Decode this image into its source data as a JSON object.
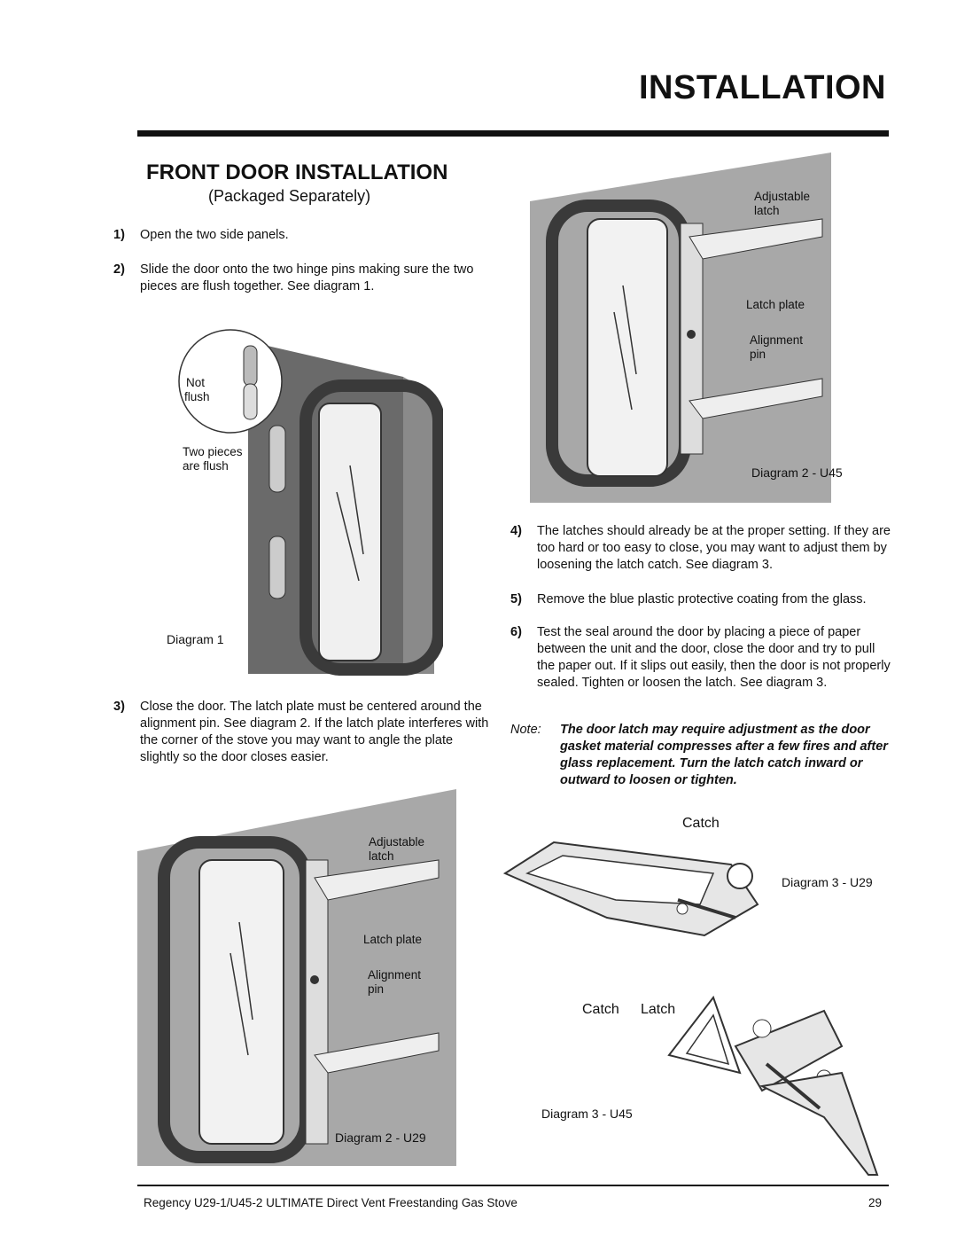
{
  "header": {
    "title": "INSTALLATION"
  },
  "section": {
    "title": "FRONT DOOR INSTALLATION",
    "subtitle": "(Packaged Separately)"
  },
  "steps": [
    {
      "num": "1)",
      "text": "Open the two side panels."
    },
    {
      "num": "2)",
      "text": "Slide the door onto the two hinge pins making sure the two pieces are flush together.  See diagram 1."
    },
    {
      "num": "3)",
      "text": "Close the door. The latch plate must be centered around the alignment pin.  See diagram 2.  If the latch plate interferes with the corner of the stove you may want to angle the plate slightly so the door closes easier."
    },
    {
      "num": "4)",
      "text": "The latches should already be at the proper setting.  If they are too hard or too easy to close, you may want to adjust them by loosening the latch catch.  See diagram 3."
    },
    {
      "num": "5)",
      "text": "Remove the blue plastic protective coating from the glass."
    },
    {
      "num": "6)",
      "text": "Test the seal around the door by placing a piece of paper between the unit and the door, close the door and try to pull the paper out. If it slips out easily, then the door is not properly sealed. Tighten or loosen the latch.  See diagram 3."
    }
  ],
  "note": {
    "label": "Note:",
    "text": "The door latch may require adjustment as the door gasket material compresses after a few fires and after glass replacement.  Turn the latch catch inward or outward to loosen or tighten."
  },
  "diagram1": {
    "caption": "Diagram 1",
    "callout_not_flush_1": "Not",
    "callout_not_flush_2": "flush",
    "callout_two_pieces_1": "Two pieces",
    "callout_two_pieces_2": "are flush"
  },
  "diagram2_u45": {
    "caption": "Diagram 2 - U45",
    "adjustable_1": "Adjustable",
    "adjustable_2": "latch",
    "latch_plate": "Latch plate",
    "alignment_1": "Alignment",
    "alignment_2": "pin"
  },
  "diagram2_u29": {
    "caption": "Diagram 2 - U29",
    "adjustable_1": "Adjustable",
    "adjustable_2": "latch",
    "latch_plate": "Latch plate",
    "alignment_1": "Alignment",
    "alignment_2": "pin"
  },
  "diagram3_u29": {
    "caption": "Diagram 3 - U29",
    "catch": "Catch"
  },
  "diagram3_u45": {
    "caption": "Diagram 3 - U45",
    "catch": "Catch",
    "latch": "Latch"
  },
  "footer": {
    "text": "Regency U29-1/U45-2 ULTIMATE Direct Vent Freestanding Gas Stove",
    "page": "29"
  }
}
